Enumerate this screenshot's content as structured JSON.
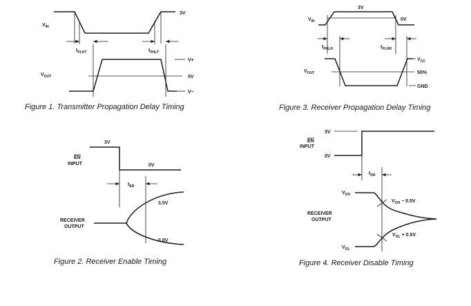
{
  "figures": [
    {
      "caption": "Figure 1. Transmitter Propagation Delay Timing",
      "labels": {
        "vin": "V",
        "vin_sub": "IN",
        "vout": "V",
        "vout_sub": "OUT",
        "three_v": "3V",
        "vplus": "V+",
        "zero_v": "0V",
        "vminus": "V−",
        "tplht": "t",
        "tplht_sub": "PLHT",
        "tphlt": "t",
        "tphlt_sub": "PHLT"
      }
    },
    {
      "caption": "Figure 2. Receiver Enable Timing",
      "labels": {
        "en": "EN",
        "input": "INPUT",
        "three_v": "3V",
        "zero_v": "0V",
        "ter": "t",
        "ter_sub": "ER",
        "v35": "3.5V",
        "v08": "0.8V",
        "receiver": "RECEIVER",
        "output": "OUTPUT"
      }
    },
    {
      "caption": "Figure 3. Receiver Propagation Delay Timing",
      "labels": {
        "vin": "V",
        "vin_sub": "IN",
        "three_v": "3V",
        "zero_v": "0V",
        "vout": "V",
        "vout_sub": "OUT",
        "vcc": "V",
        "vcc_sub": "CC",
        "fifty": "50%",
        "gnd": "GND",
        "tphlr": "t",
        "tphlr_sub": "PHLR",
        "tplhr": "t",
        "tplhr_sub": "PLHR"
      }
    },
    {
      "caption": "Figure 4. Receiver Disable Timing",
      "labels": {
        "three_v": "3V",
        "en": "EN",
        "input": "INPUT",
        "zero_v": "0V",
        "tdr": "t",
        "tdr_sub": "DR",
        "voh": "V",
        "voh_sub": "OH",
        "voh_minus": "V",
        "voh_minus_sub": "OH",
        "voh_minus_suffix": " − 0.5V",
        "receiver": "RECEIVER",
        "output": "OUTPUT",
        "vol_plus": "V",
        "vol_plus_sub": "OL",
        "vol_plus_suffix": " + 0.5V",
        "vol": "V",
        "vol_sub": "OL"
      }
    }
  ]
}
